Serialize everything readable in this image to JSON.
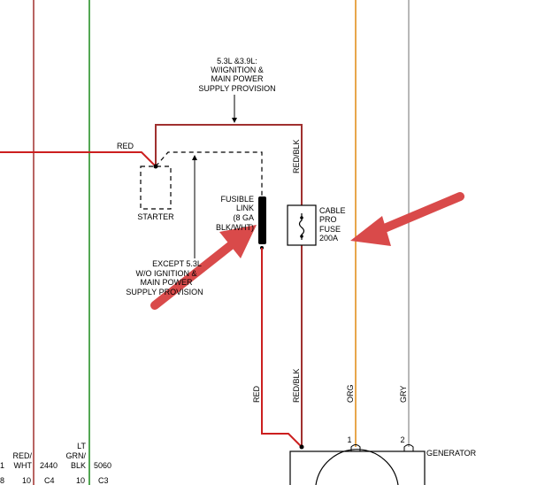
{
  "colors": {
    "red_wire": "#cc1f1f",
    "darkred_wire": "#a0302f",
    "green_wire": "#1a8a1a",
    "orange_wire": "#e08a10",
    "gray_wire": "#a0a0a0",
    "arrow": "#d94a4a",
    "outline": "#000000"
  },
  "labels": {
    "top_note": [
      "5.3L &3.9L:",
      "W/IGNITION &",
      "MAIN POWER",
      "SUPPLY PROVISION"
    ],
    "red_top": "RED",
    "starter": "STARTER",
    "red_blk_top": "RED/BLK",
    "fusible_link": [
      "FUSIBLE",
      "LINK",
      "(8 GA",
      "BLK/WHT)"
    ],
    "cable_fuse": [
      "CABLE",
      "PRO",
      "FUSE",
      "200A"
    ],
    "except_note": [
      "EXCEPT 5.3L",
      "W/O IGNITION &",
      "MAIN POWER",
      "SUPPLY PROVISION"
    ],
    "red_bottom": "RED",
    "red_blk_bottom": "RED/BLK",
    "org": "ORG",
    "gry": "GRY",
    "pin1": "1",
    "pin2": "2",
    "generator": "GENERATOR"
  },
  "bottom_table": {
    "red_whu": [
      "RED/",
      "WHT"
    ],
    "lt_grn_blk": [
      "LT",
      "GRN/",
      "BLK"
    ],
    "row1": [
      "1",
      "2440",
      "5060"
    ],
    "row2": [
      "8",
      "10",
      "C4",
      "10",
      "C3"
    ]
  }
}
